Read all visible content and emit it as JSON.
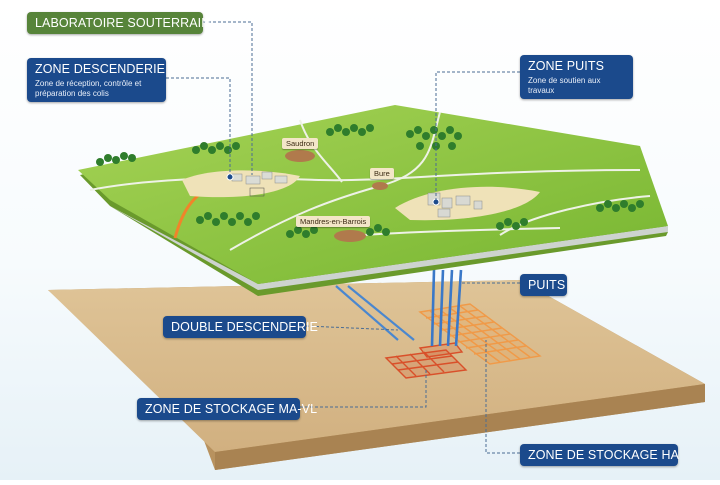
{
  "labels": {
    "laboratoire": {
      "title": "LABORATOIRE SOUTERRAIN"
    },
    "zone_descenderie": {
      "title": "ZONE DESCENDERIE",
      "subtitle": "Zone de réception, contrôle et préparation des colis"
    },
    "zone_puits": {
      "title": "ZONE PUITS",
      "subtitle": "Zone de soutien aux travaux"
    },
    "puits": {
      "title": "PUITS"
    },
    "double_descenderie": {
      "title": "DOUBLE DESCENDERIE"
    },
    "stockage_ma_vl": {
      "title": "ZONE DE STOCKAGE MA-VL"
    },
    "stockage_ha": {
      "title": "ZONE DE STOCKAGE HA"
    }
  },
  "villages": {
    "saudron": "Saudron",
    "bure": "Bure",
    "mandres": "Mandres-en-Barrois"
  },
  "colors": {
    "label_blue": "#1b4a8c",
    "label_green": "#57843a",
    "grass": "#8cc63e",
    "soil": "#d8b98a",
    "shaft": "#3a78c8",
    "storage_ha": "#f0a050",
    "storage_mavl": "#d9502a"
  }
}
